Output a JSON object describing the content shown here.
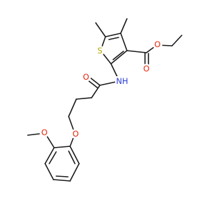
{
  "molecule": {
    "atom_labels": {
      "thiophene_s": "S",
      "ester_carbonyl_o": "O",
      "ester_ether_o": "O",
      "amide_nh": "NH",
      "amide_o": "O",
      "aryl_ether_o": "O",
      "methoxy_o": "O"
    },
    "colors": {
      "bond": "#1a1a1a",
      "sulfur": "#b3a800",
      "oxygen": "#e8250c",
      "nitrogen": "#2a3bd8"
    }
  }
}
